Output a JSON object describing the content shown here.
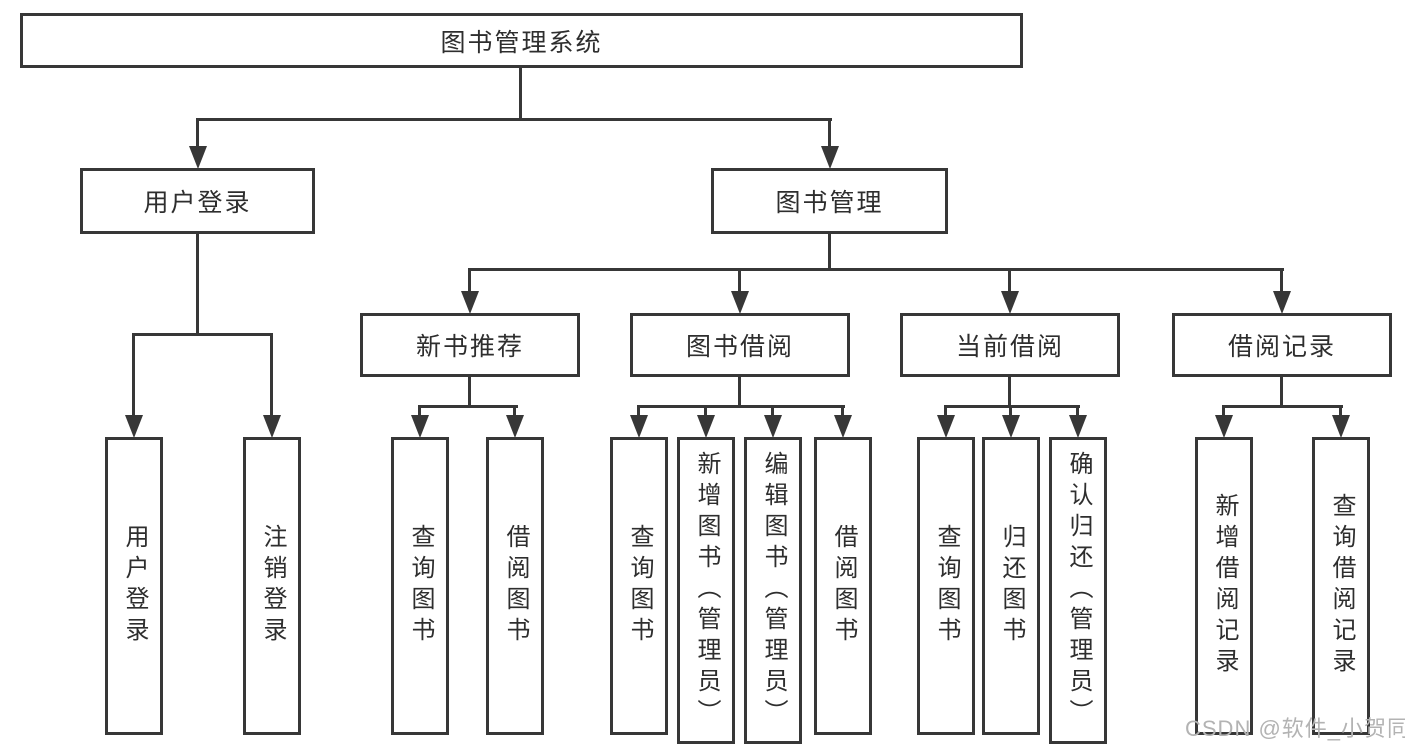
{
  "diagram": {
    "type": "hierarchy",
    "tree": {
      "图书管理系统": {
        "用户登录": [
          "用户登录",
          "注销登录"
        ],
        "图书管理": {
          "新书推荐": [
            "查询图书",
            "借阅图书"
          ],
          "图书借阅": [
            "查询图书",
            "新增图书（管理员）",
            "编辑图书（管理员）",
            "借阅图书"
          ],
          "当前借阅": [
            "查询图书",
            "归还图书",
            "确认归还（管理员）"
          ],
          "借阅记录": [
            "新增借阅记录",
            "查询借阅记录"
          ]
        }
      }
    }
  },
  "nodes": {
    "root": {
      "label": "图书管理系统"
    },
    "user_login": {
      "label": "用户登录"
    },
    "book_mgmt": {
      "label": "图书管理"
    },
    "new_book_rec": {
      "label": "新书推荐"
    },
    "book_borrow": {
      "label": "图书借阅"
    },
    "current_borrow": {
      "label": "当前借阅"
    },
    "borrow_records": {
      "label": "借阅记录"
    },
    "leaf_user_login": {
      "label": "用户登录"
    },
    "leaf_logout": {
      "label": "注销登录"
    },
    "leaf_query_book_1": {
      "label": "查询图书"
    },
    "leaf_borrow_book_1": {
      "label": "借阅图书"
    },
    "leaf_query_book_2": {
      "label": "查询图书"
    },
    "leaf_add_book": {
      "label": "新增图书（管理员）"
    },
    "leaf_edit_book": {
      "label": "编辑图书（管理员）"
    },
    "leaf_borrow_book_2": {
      "label": "借阅图书"
    },
    "leaf_query_book_3": {
      "label": "查询图书"
    },
    "leaf_return_book": {
      "label": "归还图书"
    },
    "leaf_confirm_return": {
      "label": "确认归还（管理员）"
    },
    "leaf_add_record": {
      "label": "新增借阅记录"
    },
    "leaf_query_record": {
      "label": "查询借阅记录"
    }
  },
  "watermark": {
    "text": "CSDN @软件_小贺同学"
  },
  "colors": {
    "line": "#373737",
    "text": "#2e2e2e",
    "box_fill": "#ffffff",
    "background": "#ffffff",
    "watermark": "#b3b3b3"
  }
}
